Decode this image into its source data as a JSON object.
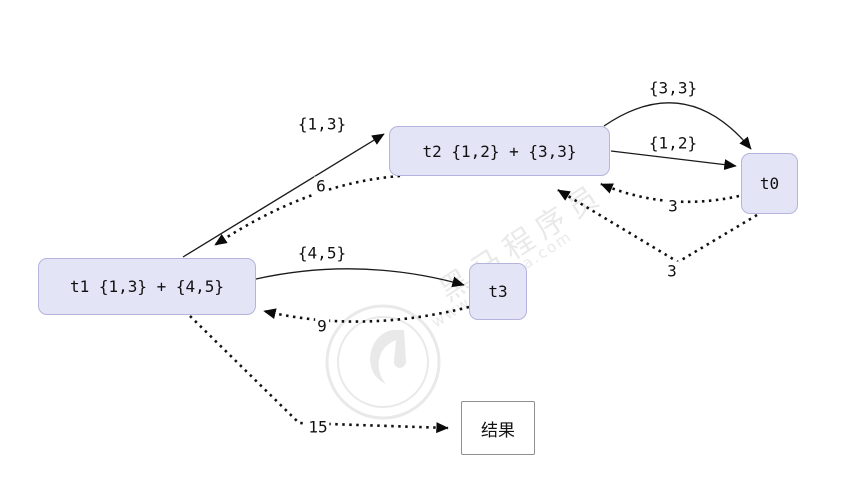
{
  "diagram": {
    "type": "graph",
    "nodes": {
      "t1": {
        "label": "t1 {1,3} + {4,5}"
      },
      "t2": {
        "label": "t2 {1,2} + {3,3}"
      },
      "t3": {
        "label": "t3"
      },
      "t0": {
        "label": "t0"
      },
      "result": {
        "label": "结果"
      }
    },
    "edges": [
      {
        "from": "t1",
        "to": "t2",
        "label": "{1,3}",
        "style": "solid"
      },
      {
        "from": "t2",
        "to": "t1",
        "label": "6",
        "style": "dotted"
      },
      {
        "from": "t1",
        "to": "t3",
        "label": "{4,5}",
        "style": "solid"
      },
      {
        "from": "t3",
        "to": "t1",
        "label": "9",
        "style": "dotted"
      },
      {
        "from": "t2",
        "to": "t0",
        "label": "{3,3}",
        "style": "solid"
      },
      {
        "from": "t2",
        "to": "t0",
        "label": "{1,2}",
        "style": "solid"
      },
      {
        "from": "t0",
        "to": "t2",
        "label": "3",
        "style": "dotted"
      },
      {
        "from": "t0",
        "to": "t2",
        "label": "3",
        "style": "dotted"
      },
      {
        "from": "t1",
        "to": "result",
        "label": "15",
        "style": "dotted"
      }
    ],
    "watermark": {
      "brand": "黑马程序员",
      "url": "www.itheima.com"
    },
    "colors": {
      "node_fill": "#e4e4f7",
      "node_border": "#b4b4dc",
      "edge": "#111111"
    }
  }
}
